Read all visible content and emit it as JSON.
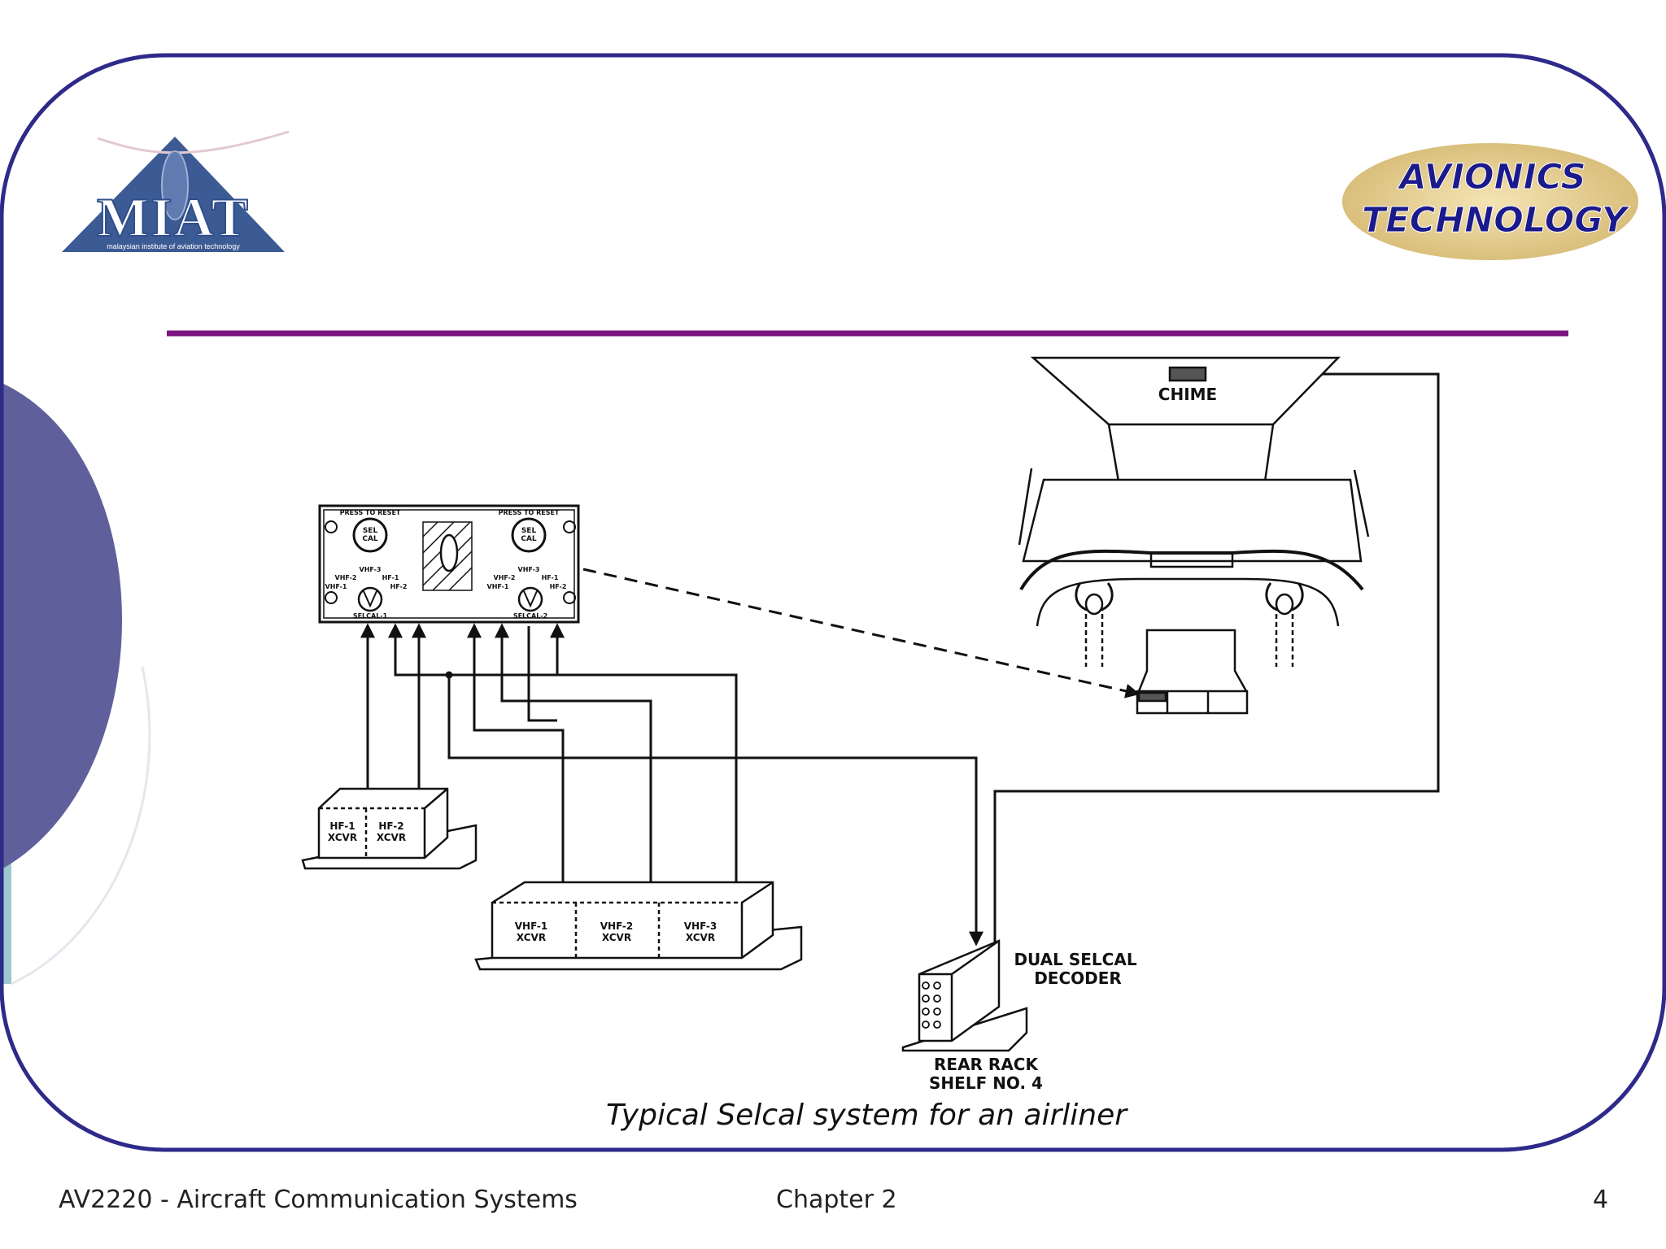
{
  "logo": {
    "text": "MIAT",
    "subtitle": "malaysian institute of aviation technology"
  },
  "badge": {
    "line1": "AVIONICS",
    "line2": "TECHNOLOGY"
  },
  "diagram": {
    "control_panel": {
      "press_to_reset_left": "PRESS TO RESET",
      "press_to_reset_right": "PRESS TO RESET",
      "selcal_button_line1": "SEL",
      "selcal_button_line2": "CAL",
      "vhf3": "VHF-3",
      "vhf2": "VHF-2",
      "vhf1": "VHF-1",
      "hf1": "HF-1",
      "hf2": "HF-2",
      "selcal1": "SELCAL-1",
      "selcal2": "SELCAL-2"
    },
    "hf1_xcvr": [
      "HF-1",
      "XCVR"
    ],
    "hf2_xcvr": [
      "HF-2",
      "XCVR"
    ],
    "vhf1_xcvr": [
      "VHF-1",
      "XCVR"
    ],
    "vhf2_xcvr": [
      "VHF-2",
      "XCVR"
    ],
    "vhf3_xcvr": [
      "VHF-3",
      "XCVR"
    ],
    "chime": "CHIME",
    "decoder": [
      "DUAL SELCAL",
      "DECODER"
    ],
    "rear_rack": [
      "REAR RACK",
      "SHELF NO. 4"
    ],
    "caption": "Typical Selcal system for an airliner"
  },
  "footer": {
    "course": "AV2220 - Aircraft Communication Systems",
    "chapter": "Chapter 2",
    "page": "4"
  },
  "colors": {
    "frame": "#2e2a8a",
    "rule": "#7b1480",
    "left_disc": "#5f609b",
    "left_strip": "#9cc9cf",
    "badge_fill": "#e8d29a",
    "badge_text": "#1b1a8c",
    "logo_blue": "#2f4f8c"
  }
}
